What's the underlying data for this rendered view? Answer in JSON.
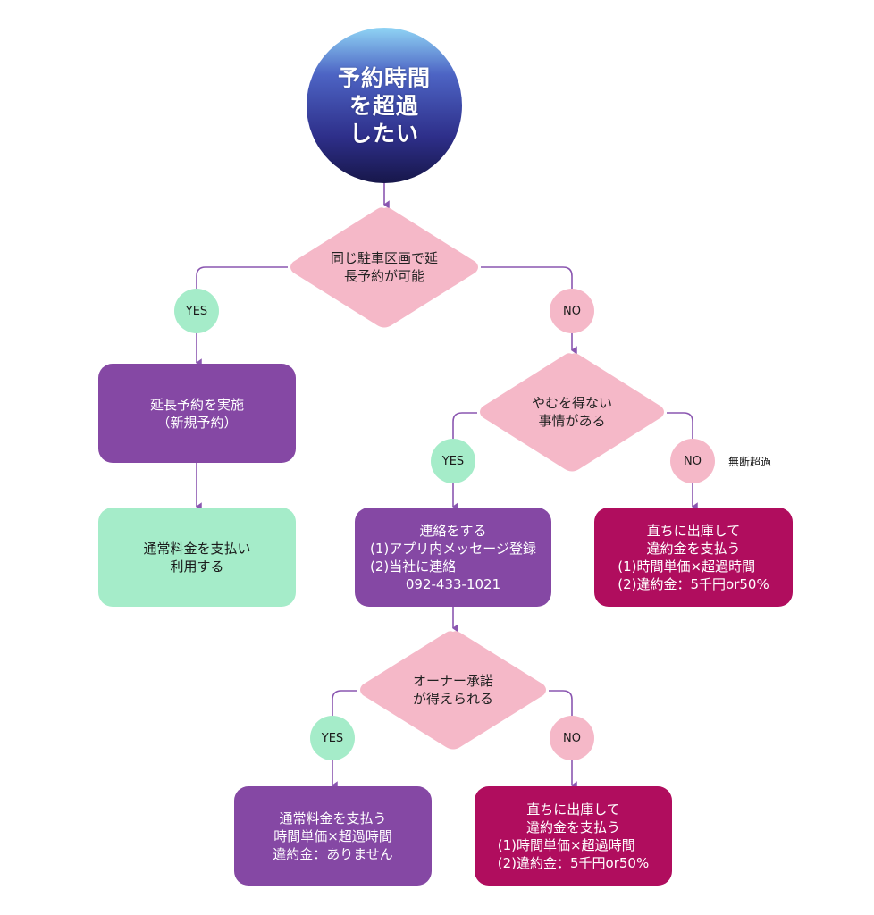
{
  "colors": {
    "connector": "#8a56b0",
    "decision_fill": "#f5b8c8",
    "yes_fill": "#a5ecc9",
    "no_fill": "#f5b8c8",
    "process_purple": "#8548a4",
    "result_green": "#a5ecc9",
    "penalty_crimson": "#b00d5e",
    "start_gradient": [
      "#8fd3f4",
      "#4d64c4",
      "#2e2f8a",
      "#17174a"
    ]
  },
  "start": {
    "lines": [
      "予約時間",
      "を超過",
      "したい"
    ]
  },
  "decision1": {
    "lines": [
      "同じ駐車区画で延",
      "長予約が可能"
    ]
  },
  "decision1_yes": "YES",
  "decision1_no": "NO",
  "extend_box": {
    "lines": [
      "延長予約を実施",
      "（新規予約）"
    ]
  },
  "normal_use_box": {
    "lines": [
      "通常料金を支払い",
      "利用する"
    ]
  },
  "decision2": {
    "lines": [
      "やむを得ない",
      "事情がある"
    ]
  },
  "decision2_yes": "YES",
  "decision2_no": "NO",
  "decision2_no_note": "無断超過",
  "contact_box": {
    "lines": [
      "連絡をする",
      "(1)アプリ内メッセージ登録",
      "(2)当社に連絡",
      "092-433-1021"
    ]
  },
  "penalty_box_1": {
    "lines": [
      "直ちに出庫して",
      "違約金を支払う",
      "(1)時間単価×超過時間",
      "(2)違約金：5千円or50%"
    ]
  },
  "decision3": {
    "lines": [
      "オーナー承諾",
      "が得えられる"
    ]
  },
  "decision3_yes": "YES",
  "decision3_no": "NO",
  "approved_box": {
    "lines": [
      "通常料金を支払う",
      "時間単価×超過時間",
      "違約金：ありません"
    ]
  },
  "penalty_box_2": {
    "lines": [
      "直ちに出庫して",
      "違約金を支払う",
      "(1)時間単価×超過時間",
      "(2)違約金：5千円or50%"
    ]
  }
}
